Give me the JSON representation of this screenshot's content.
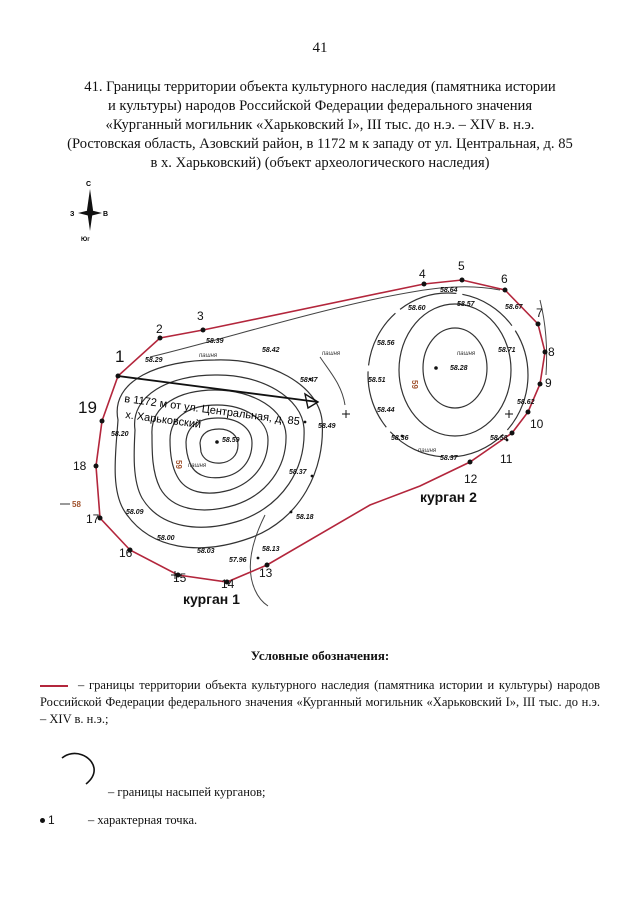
{
  "page": {
    "number": "41"
  },
  "title": {
    "lines": [
      "41. Границы территории объекта культурного наследия (памятника истории",
      "и культуры) народов Российской Федерации федерального значения",
      "«Курганный могильник «Харьковский I», III тыс. до н.э. – XIV в. н.э.",
      "(Ростовская область, Азовский район, в 1172 м к западу от ул. Центральная, д. 85",
      "в х. Харьковский) (объект археологического наследия)"
    ]
  },
  "compass": {
    "north": "С",
    "south": "Юг",
    "west": "З",
    "east": "В"
  },
  "map": {
    "point_labels": [
      "1",
      "2",
      "3",
      "4",
      "5",
      "6",
      "7",
      "8",
      "9",
      "10",
      "11",
      "12",
      "13",
      "14",
      "15",
      "16",
      "17",
      "18",
      "19"
    ],
    "kurgan1_label": "курган 1",
    "kurgan2_label": "курган 2",
    "field_label": "пашня",
    "reference_text_1": "в 1172 м от ул. Центральная, д. 85",
    "reference_text_2": "х. Харьковский",
    "contour_59": "59",
    "contour_58": "58",
    "elevations": [
      "58.29",
      "58.39",
      "58.42",
      "58.47",
      "58.49",
      "58.37",
      "58.18",
      "58.13",
      "57.96",
      "58.03",
      "58.00",
      "58.09",
      "58.20",
      "58.59",
      "58.64",
      "58.60",
      "58.57",
      "58.67",
      "58.56",
      "58.51",
      "58.28",
      "58.71",
      "58.44",
      "58.36",
      "58.37",
      "58.58",
      "58.62"
    ]
  },
  "legend": {
    "heading": "Условные обозначения:",
    "boundary_text": "– границы территории объекта культурного наследия (памятника истории и культуры) народов Российской Федерации федерального значения «Курганный могильник «Харьковский I», III тыс. до н.э. – XIV в. н.э.;",
    "mound_text": "– границы насыпей курганов;",
    "point_number": "1",
    "point_text": "– характерная точка."
  },
  "colors": {
    "boundary": "#b3263c",
    "ink": "#111111"
  }
}
